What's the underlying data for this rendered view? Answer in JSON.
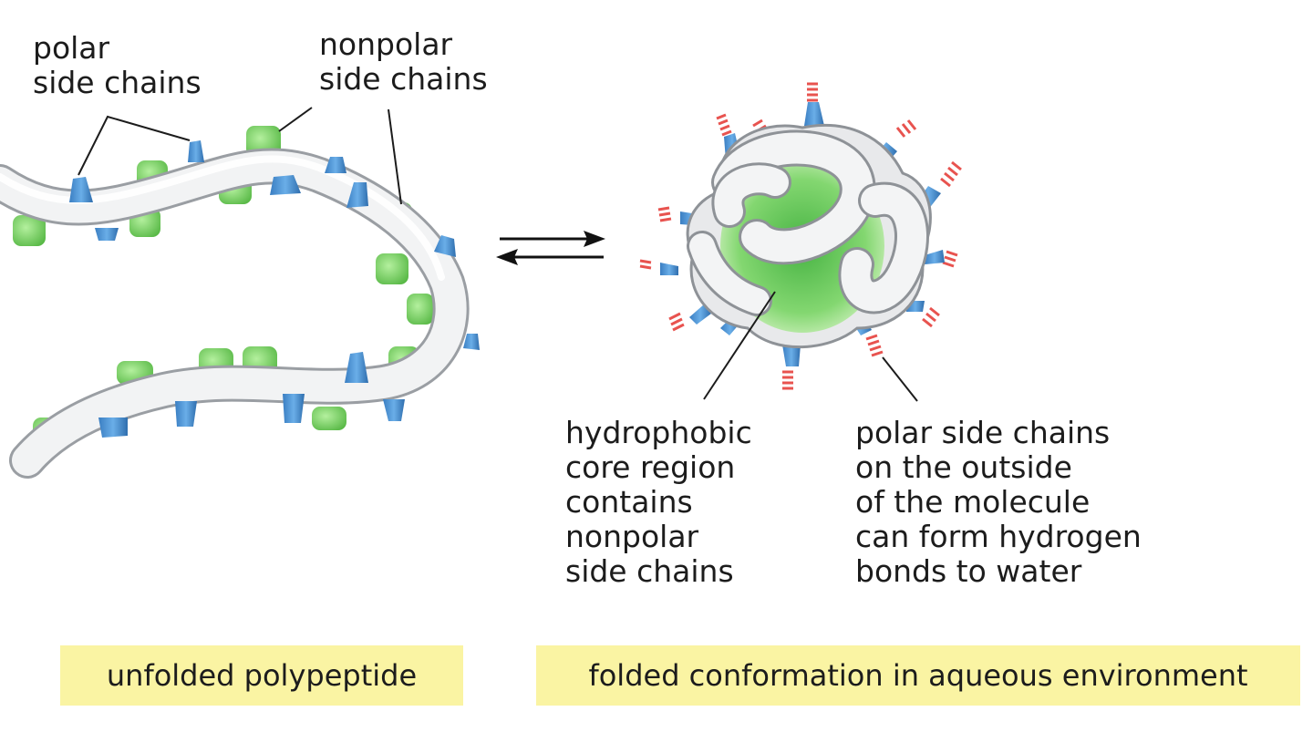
{
  "labels": {
    "polar_side_chains": "polar\nside chains",
    "nonpolar_side_chains": "nonpolar\nside chains",
    "hydrophobic_core": "hydrophobic\ncore region\ncontains\nnonpolar\nside chains",
    "polar_outside": "polar side chains\non the outside\nof the molecule\ncan form hydrogen\nbonds to water"
  },
  "captions": {
    "unfolded": "unfolded polypeptide",
    "folded": "folded conformation in aqueous environment"
  },
  "colors": {
    "polar": "#4a8fd0",
    "nonpolar": "#7fd16a",
    "backbone": "#f0f1f2",
    "hbond": "#e8534f",
    "core": "#58c048",
    "caption_bg": "#faf4a3"
  },
  "icons": {
    "equilibrium": "equilibrium-arrows-icon"
  }
}
